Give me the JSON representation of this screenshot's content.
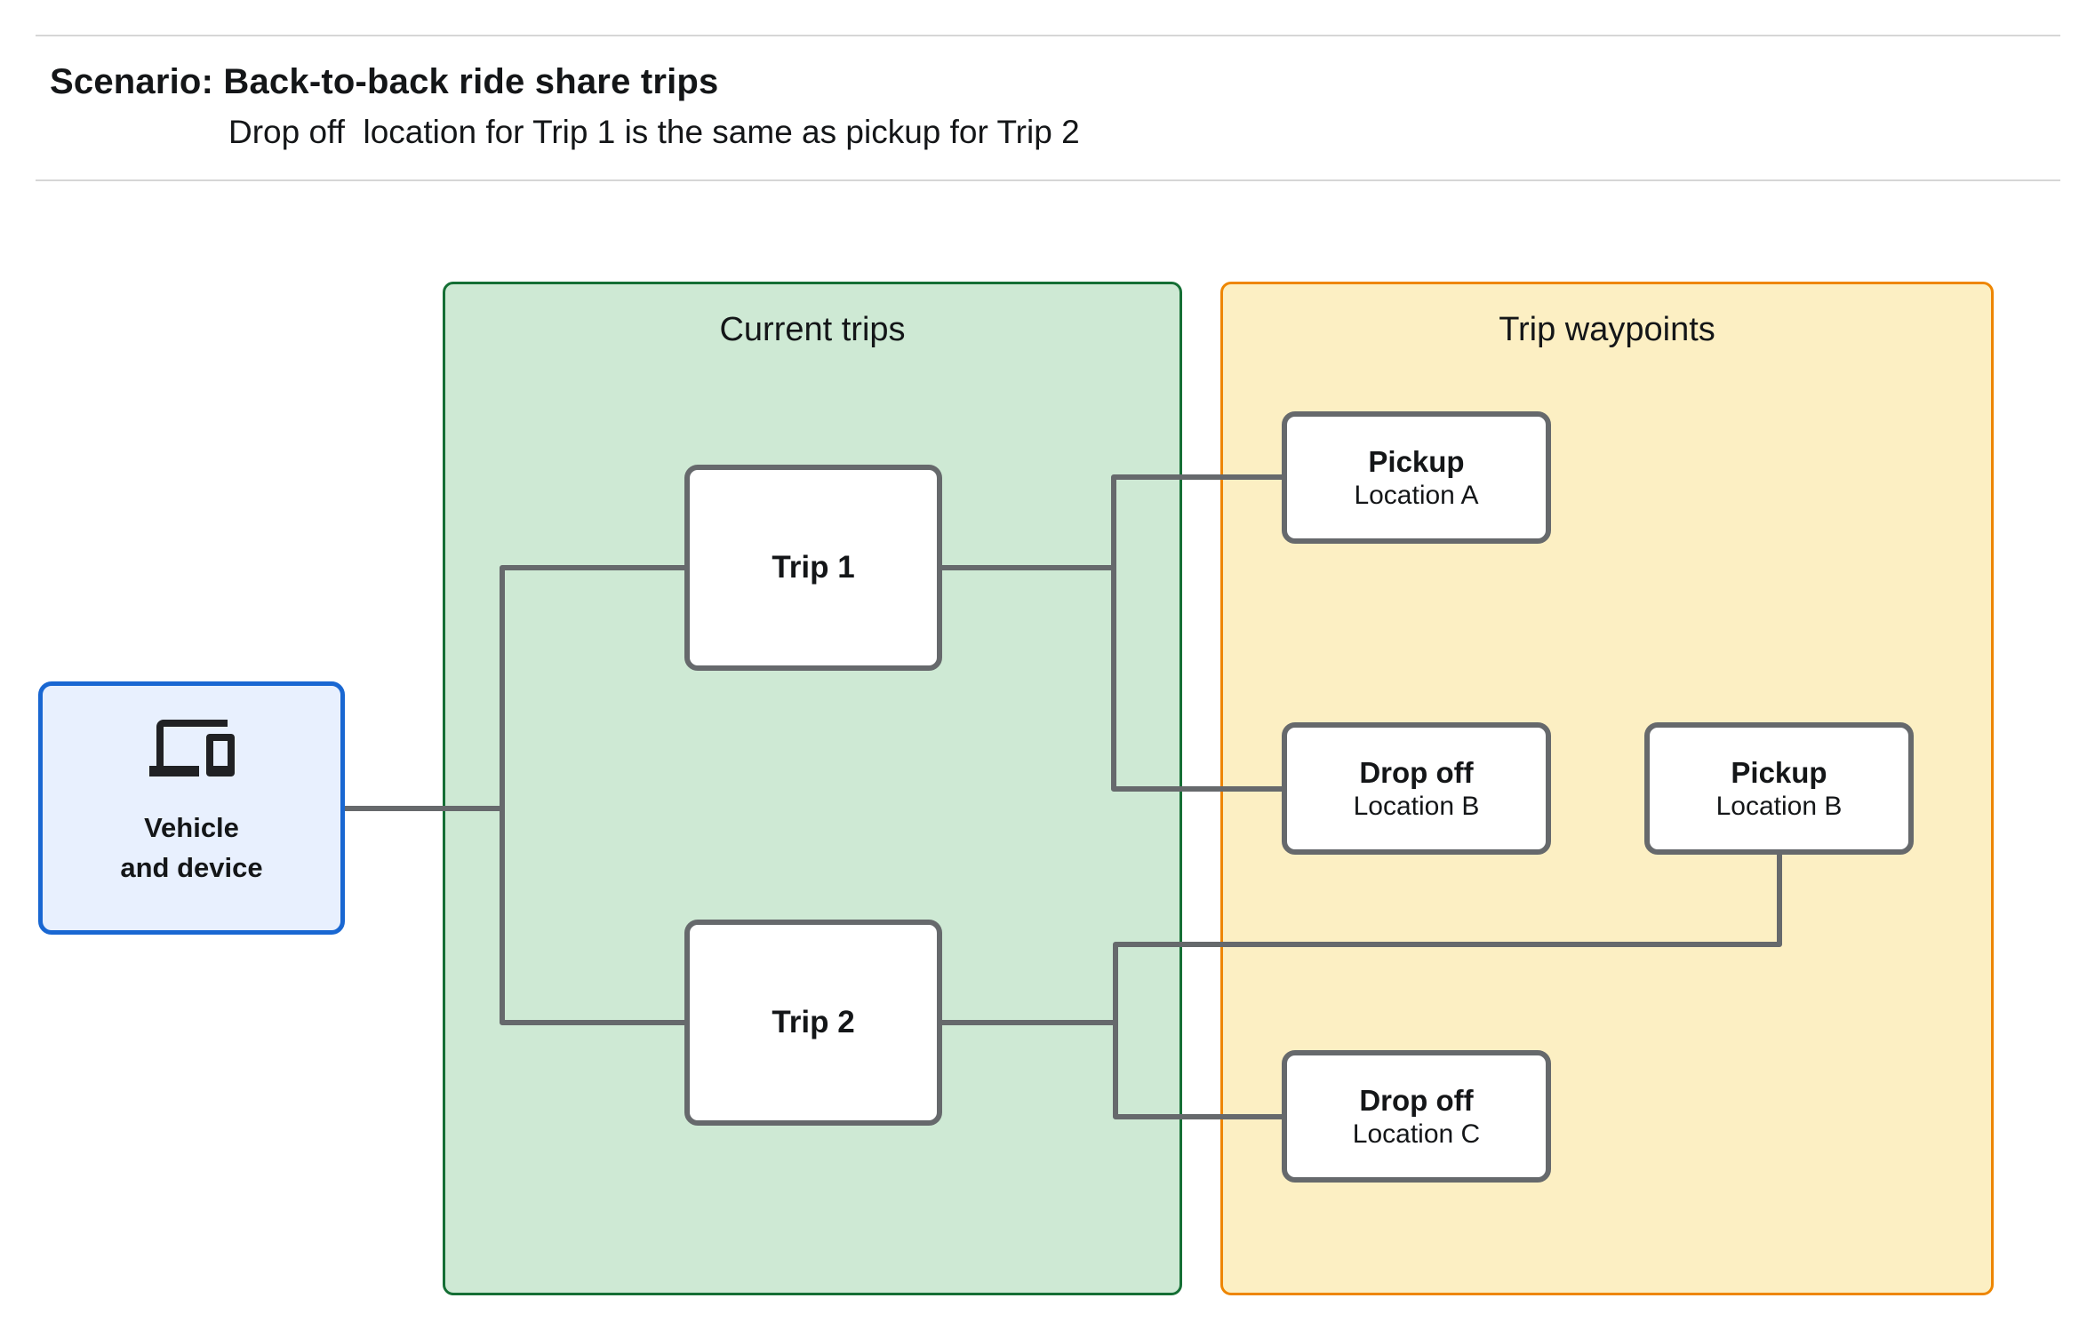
{
  "header": {
    "title": "Scenario: Back-to-back ride share trips",
    "subtitle": "Drop off  location for Trip 1 is the same as pickup for Trip 2"
  },
  "vehicle_box": {
    "icon": "devices-icon",
    "label_line1": "Vehicle",
    "label_line2": "and device"
  },
  "current_trips_panel": {
    "title": "Current trips",
    "trips": [
      {
        "label": "Trip 1"
      },
      {
        "label": "Trip 2"
      }
    ]
  },
  "trip_waypoints_panel": {
    "title": "Trip waypoints",
    "waypoints": [
      {
        "type": "Pickup",
        "location": "Location A"
      },
      {
        "type": "Drop off",
        "location": "Location B"
      },
      {
        "type": "Pickup",
        "location": "Location B"
      },
      {
        "type": "Drop off",
        "location": "Location C"
      }
    ]
  },
  "colors": {
    "green_fill": "#cee9d4",
    "green_border": "#156f35",
    "yellow_fill": "#fcefc3",
    "yellow_border": "#ee8600",
    "blue_fill": "#e8f0fe",
    "blue_border": "#1967d2",
    "box_border": "#66696c",
    "line": "#66696c",
    "hairline": "#d6d6d6",
    "text": "#141618",
    "icon": "#202124"
  }
}
